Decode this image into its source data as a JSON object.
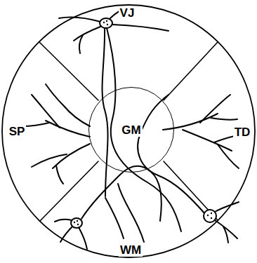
{
  "diagram": {
    "nodes": [
      {
        "text": [
          "GM"
        ]
      }
    ],
    "labels": [
      "VJ",
      "TD",
      "WM",
      "SP"
    ]
  }
}
